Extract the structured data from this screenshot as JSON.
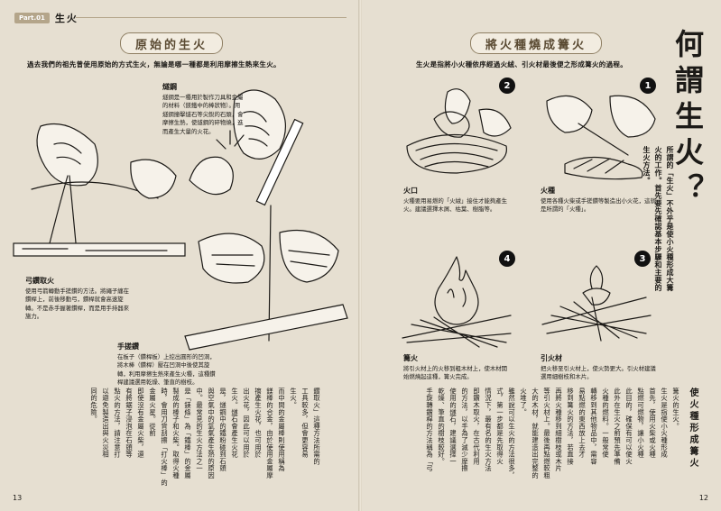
{
  "left": {
    "section": {
      "part": "Part.01",
      "name": "生火"
    },
    "banner": "原始的生火",
    "intro": "過去我們的祖先曾使用原始的方式生火，無論是哪一種都是利用摩擦生熱來生火。",
    "flint": {
      "title": "燧鋼",
      "text": "燧鋼是一種用於製作刀具和金屬的材料（鎂鐵中的棒狀物）。用燧鋼撞擊燧石等尖銳的石頭，會摩擦生熱，使燧鋼的碎物燒，進而產生大量的火花。"
    },
    "bow": {
      "title": "弓鑽取火",
      "text": "使用弓箭轉動手搓鑽的方法。將繩子纏在鑽桿上，前後移動弓，鑽桿就會高速旋轉。不是赤手握著鑽桿，而是用手持器來施力。"
    },
    "hand": {
      "title": "手搓鑽",
      "text": "在板子（鑽桿板）上挖出圓形的凹洞，將木棒（鑽桿）壓在凹洞中後使其旋轉，利用摩擦生熱來產生火種，這種鑽桿建議選用乾燥、筆直的樹枝。"
    },
    "body_columns": [
      "鑽取火」這種方法所需的",
      "工具較多，但會更容易",
      "生火。",
      "而中間的金屬棒則使用稱為",
      "鎂棒的合金，由於使用金屬摩",
      "擦產生火花，也可用於",
      "出火花，因此可以用於",
      "生火。燧石會產生火花",
      "是，燧鋼中的鐵粉碰到石頭",
      "與空氣中的氧氣產生熱的原因",
      "中。最常見的生火方法之一",
      "是「鎂條」為「鐵棒」的金屬",
      "製成的棒子和火柴。取得火種",
      "時，會用刀背刮擦「打火棒」的",
      "金屬火星。從前",
      "即使沒有金屬火柴，還",
      "有將鋸子浸泡在石頭等",
      "點火的方法，請注意打",
      "以避免製造出與火災相",
      "同的危險。"
    ],
    "page_number": "13"
  },
  "right": {
    "banner": "將火種燒成篝火",
    "intro": "生火是指將小火種依序經過火絨、引火材最後便之形成篝火的過程。",
    "big_title": "何謂生火？",
    "lead_columns": [
      "所謂的「生火」不外乎是使小火種形成大篝",
      "火的工作。首先要先確認基本步驟和主要的",
      "生火方法。"
    ],
    "subhead": "使火種形成篝火",
    "steps": [
      {
        "num": "1",
        "title": "火種",
        "text": "使用各種火柴或手搓鑽等製造出小火花，這就是所謂的「火種」。"
      },
      {
        "num": "2",
        "title": "火口",
        "text": "火種要用易燃的「火絨」接住才能夠產生火。建議選擇木屑、枯葉、樹脂等。"
      },
      {
        "num": "3",
        "title": "引火材",
        "text": "把火移至引火材上，使火勢更大。引火材建議選用細樹枝和木片。"
      },
      {
        "num": "4",
        "title": "篝火",
        "text": "將引火材上的火移到粗木材上，使木材開始燃燒起這種，篝火完成。"
      }
    ],
    "body_columns": [
      "篝火的生火。",
      "生火是指使小火種形成",
      "首先，使用火柴或火種",
      "點燃可燃物，讓小火種",
      "此目的，確保有可以使火",
      "此外在生火之前預先準備",
      "火種的燃料。一般常使",
      "轉移到其他物品中，需容",
      "易點燃的東西放上去才",
      "移到篝火的方法，若直接",
      "再將火種移到細樹枝或木片",
      "等引火材上。最後再點燃較粗",
      "大的木材，就能建造出完整的",
      "火堆了。",
      "雖然說可以生火的方法很多，",
      "式，第一步都是先取得火",
      "情況下，最有名的生火方法",
      "即鑽木取火，在古代利用",
      "的方法，以手為了減少摩擦",
      "使用的燧石，建議選擇一",
      "乾燥、筆直的樹枝較好。",
      "手旋轉鑽桿的方法稱為「弓"
    ],
    "page_number": "12"
  }
}
